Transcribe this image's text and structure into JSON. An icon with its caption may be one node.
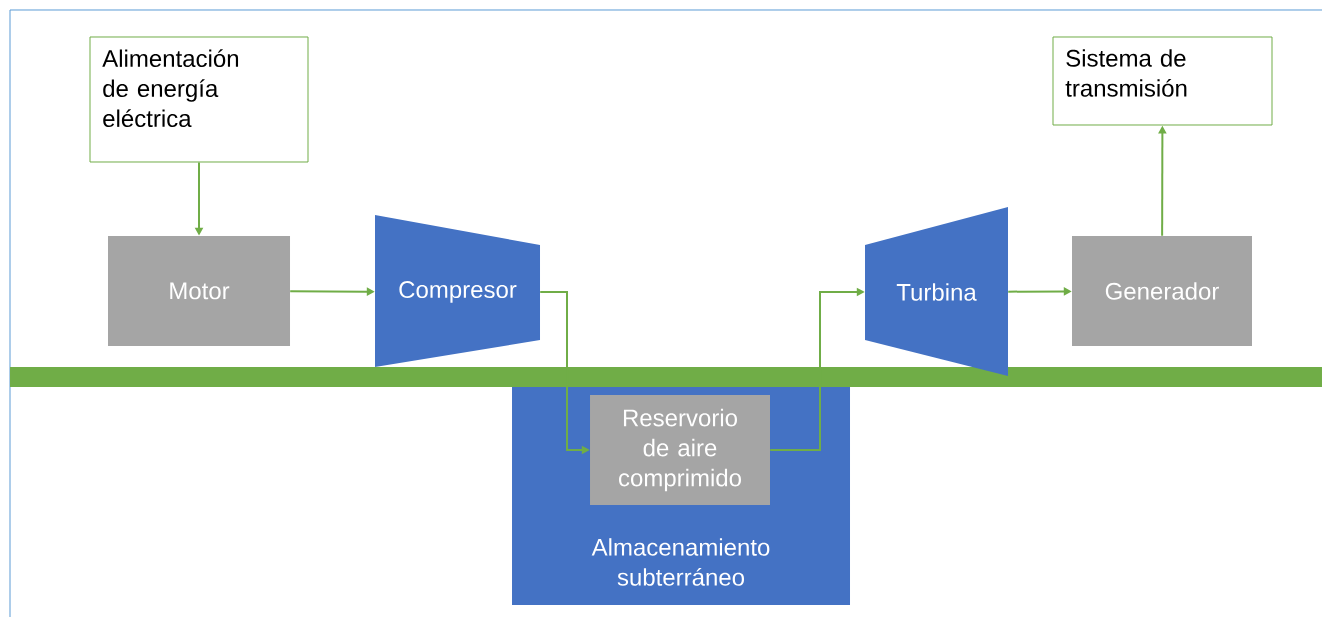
{
  "diagram": {
    "nodes": [
      {
        "text": [
          "Alimentación de energía eléctrica"
        ]
      },
      {
        "text": [
          "Motor"
        ]
      },
      {
        "text": [
          "Compresor"
        ]
      },
      {
        "text": [
          "Turbina"
        ]
      },
      {
        "text": [
          "Generador"
        ]
      },
      {
        "text": [
          "Sistema de transmisión"
        ]
      },
      {
        "text": [
          "Almacenamiento subterráneo"
        ]
      },
      {
        "text": [
          "Reservorio de aire comprimido"
        ],
        "in": 6
      }
    ],
    "edges": [
      {
        "from": 0,
        "to": 1,
        "arrow": "to"
      },
      {
        "from": 1,
        "to": 2,
        "arrow": "to"
      },
      {
        "from": 2,
        "to": 7,
        "arrow": "to"
      },
      {
        "from": 7,
        "to": 3,
        "arrow": "to"
      },
      {
        "from": 3,
        "to": 4,
        "arrow": "to"
      },
      {
        "from": 4,
        "to": 5,
        "arrow": "to"
      }
    ]
  }
}
